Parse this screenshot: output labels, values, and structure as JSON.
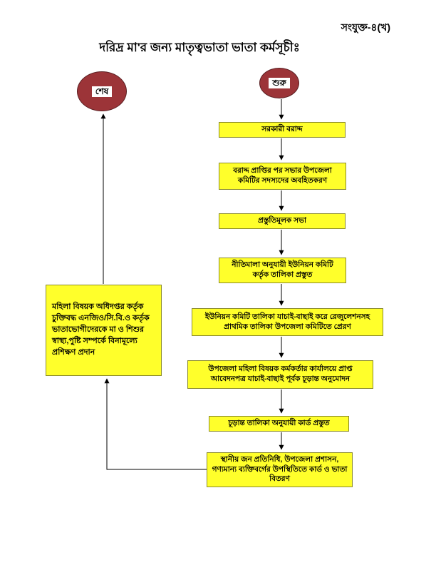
{
  "page": {
    "corner_label": "সংযুক্ত-৪(খ)",
    "title": "দরিদ্র মা'র জন্য মাতৃত্বভাতা ভাতা কর্মসূচীঃ"
  },
  "terminators": {
    "start": "শুরু",
    "end": "শেষ"
  },
  "flow_steps": [
    {
      "label": "সরকারী বরাদ্দ"
    },
    {
      "label": "বরাদ্দ প্রাপ্তির পর সভার উপজেলা কমিটির সদস্যদের অবহিতকরণ"
    },
    {
      "label": "প্রস্তুতিমূলক সভা"
    },
    {
      "label": "নীতিমালা অনুযায়ী ইউনিয়ন কমিটি কর্তৃক তালিকা প্রস্তুত"
    },
    {
      "label": "ইউনিয়ন কমিটি তালিকা যাচাই-বাছাই করে রেজুলেশনসহ প্রাথমিক তালিকা উপজেলা কমিটিতে প্রেরণ"
    },
    {
      "label": "উপজেলা মহিলা বিষয়ক কর্মকর্তার কার্যালয়ে প্রাপ্ত আবেদনপত্র যাচাই-বাছাই পূর্বক চূড়ান্ত অনুমোদন"
    },
    {
      "label": "চূড়ান্ত তালিকা অনুযায়ী কার্ড প্রস্তুত"
    },
    {
      "label": "স্থানীয় জন প্রতিনিধি, উপজেলা প্রশাসন, গণ্যমান্য ব্যক্তিবর্গের উপস্থিতিতে কার্ড ও ভাতা বিতরণ"
    }
  ],
  "side_box": {
    "label": "মহিলা বিষয়ক অধিদপ্তর কর্তৃক চুক্তিবদ্ধ এনজিও/সি.বি.ও কর্তৃক ভাতাভোগীদেরকে মা ও শিশুর স্বাস্থ্য,পুষ্টি সম্পর্কে বিনামূল্যে প্রশিক্ষণ প্রদান"
  },
  "colors": {
    "box_fill": "#FFFF2B",
    "box_border": "#8a8a2a",
    "terminator_fill": "#9C3438",
    "terminator_border": "#5a1f22",
    "arrow": "#000000"
  }
}
